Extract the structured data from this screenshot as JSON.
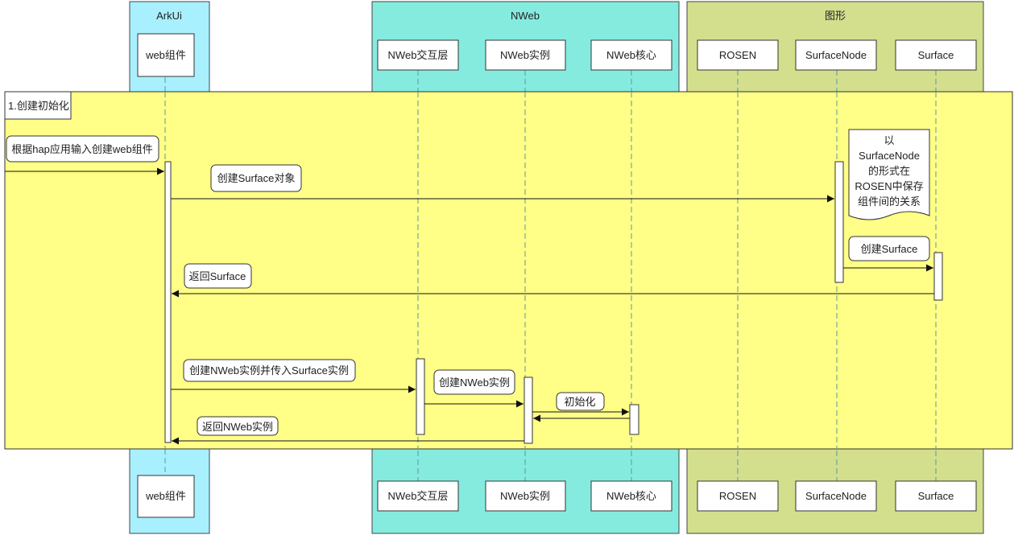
{
  "groups": {
    "arkui": "ArkUi",
    "nweb": "NWeb",
    "graphics": "图形"
  },
  "participants": {
    "web_component": "web组件",
    "nweb_interaction": "NWeb交互层",
    "nweb_instance": "NWeb实例",
    "nweb_core": "NWeb核心",
    "rosen": "ROSEN",
    "surface_node": "SurfaceNode",
    "surface": "Surface"
  },
  "frame": {
    "label": "1.创建初始化"
  },
  "messages": {
    "m_input": "根据hap应用输入创建web组件",
    "m_create_surface_obj": "创建Surface对象",
    "m_create_surface": "创建Surface",
    "m_return_surface": "返回Surface",
    "m_create_nweb_pass": "创建NWeb实例并传入Surface实例",
    "m_create_nweb": "创建NWeb实例",
    "m_init": "初始化",
    "m_return_nweb": "返回NWeb实例"
  },
  "note": {
    "line1": "以",
    "line2": "SurfaceNode",
    "line3": "的形式在",
    "line4": "ROSEN中保存",
    "line5": "组件间的关系"
  },
  "colors": {
    "arkui_fill": "#a9f0fe",
    "nweb_fill": "#86ebdf",
    "graphics_fill": "#d3df8d",
    "frame_fill": "#fffe86",
    "lifeline": "#5a9aa0"
  }
}
